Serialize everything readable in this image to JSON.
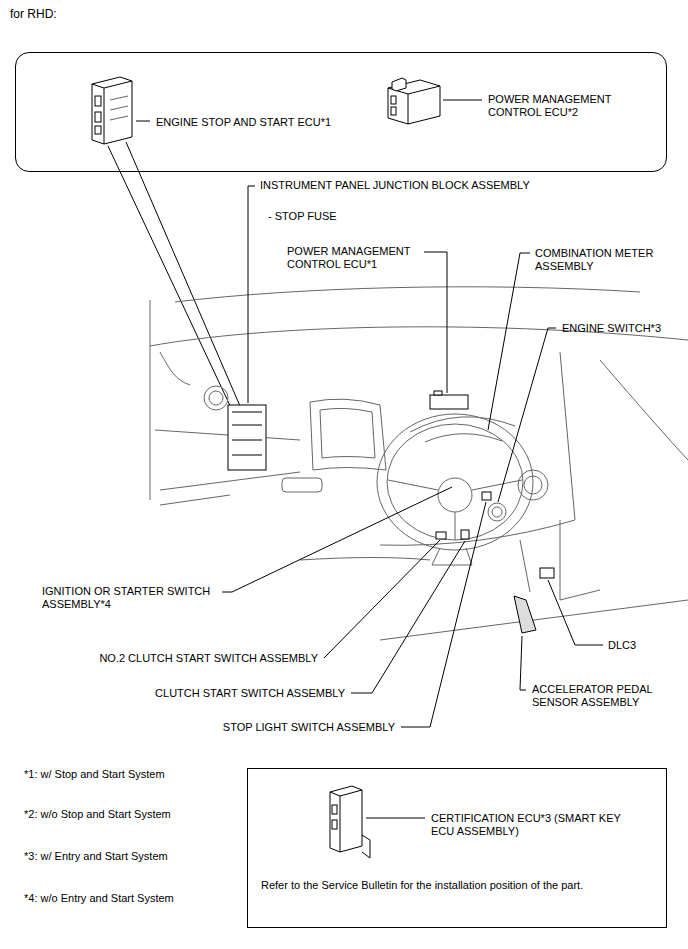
{
  "diagram": {
    "title": "for RHD:",
    "nodes": [
      {
        "text": [
          "ENGINE STOP AND START ECU*1",
          "POWER MANAGEMENT CONTROL ECU*2"
        ]
      },
      {
        "text": [
          "CERTIFICATION ECU*3 (SMART KEY ECU ASSEMBLY)",
          "Refer to the Service Bulletin for the installation position of the part."
        ]
      }
    ],
    "labels": [
      "INSTRUMENT PANEL JUNCTION BLOCK ASSEMBLY",
      "- STOP FUSE",
      "POWER MANAGEMENT CONTROL ECU*1",
      "COMBINATION METER ASSEMBLY",
      "ENGINE SWITCH*3",
      "IGNITION OR STARTER SWITCH ASSEMBLY*4",
      "DLC3",
      "NO.2 CLUTCH START SWITCH ASSEMBLY",
      "ACCELERATOR PEDAL SENSOR ASSEMBLY",
      "CLUTCH START SWITCH ASSEMBLY",
      "STOP LIGHT SWITCH ASSEMBLY",
      "*1: w/ Stop and Start System",
      "*2: w/o Stop and Start System",
      "*3: w/ Entry and Start System",
      "*4: w/o Entry and Start System"
    ]
  }
}
